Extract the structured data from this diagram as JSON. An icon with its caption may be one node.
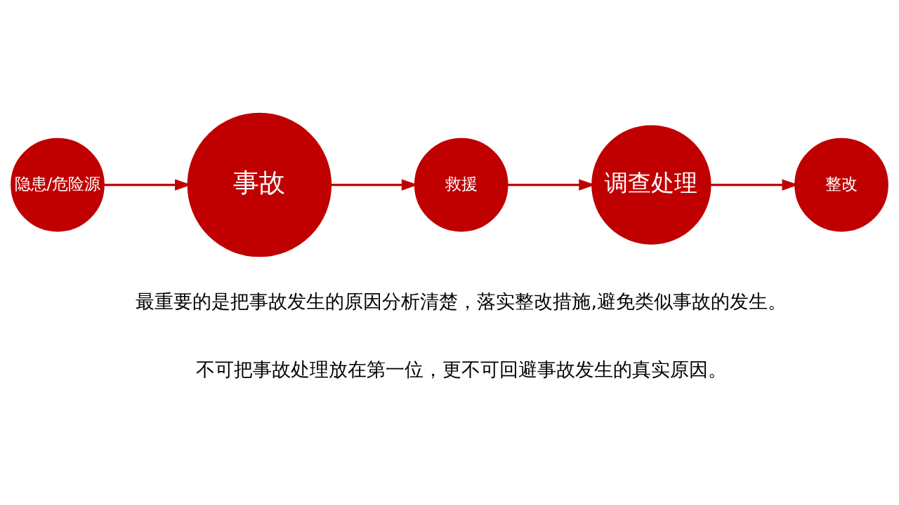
{
  "diagram": {
    "nodes": [
      {
        "text": [
          "隐患/危险源"
        ]
      },
      {
        "text": [
          "事故"
        ]
      },
      {
        "text": [
          "救援"
        ]
      },
      {
        "text": [
          "调查处理"
        ]
      },
      {
        "text": [
          "整改"
        ]
      }
    ],
    "edges": [
      {
        "from": 0,
        "to": 1,
        "arrow": "to"
      },
      {
        "from": 1,
        "to": 2,
        "arrow": "to"
      },
      {
        "from": 2,
        "to": 3,
        "arrow": "to"
      },
      {
        "from": 3,
        "to": 4,
        "arrow": "to"
      }
    ],
    "labels": [
      "最重要的是把事故发生的原因分析清楚，落实整改措施,避免类似事故的发生。",
      "不可把事故处理放在第一位，更不可回避事故发生的真实原因。"
    ]
  }
}
